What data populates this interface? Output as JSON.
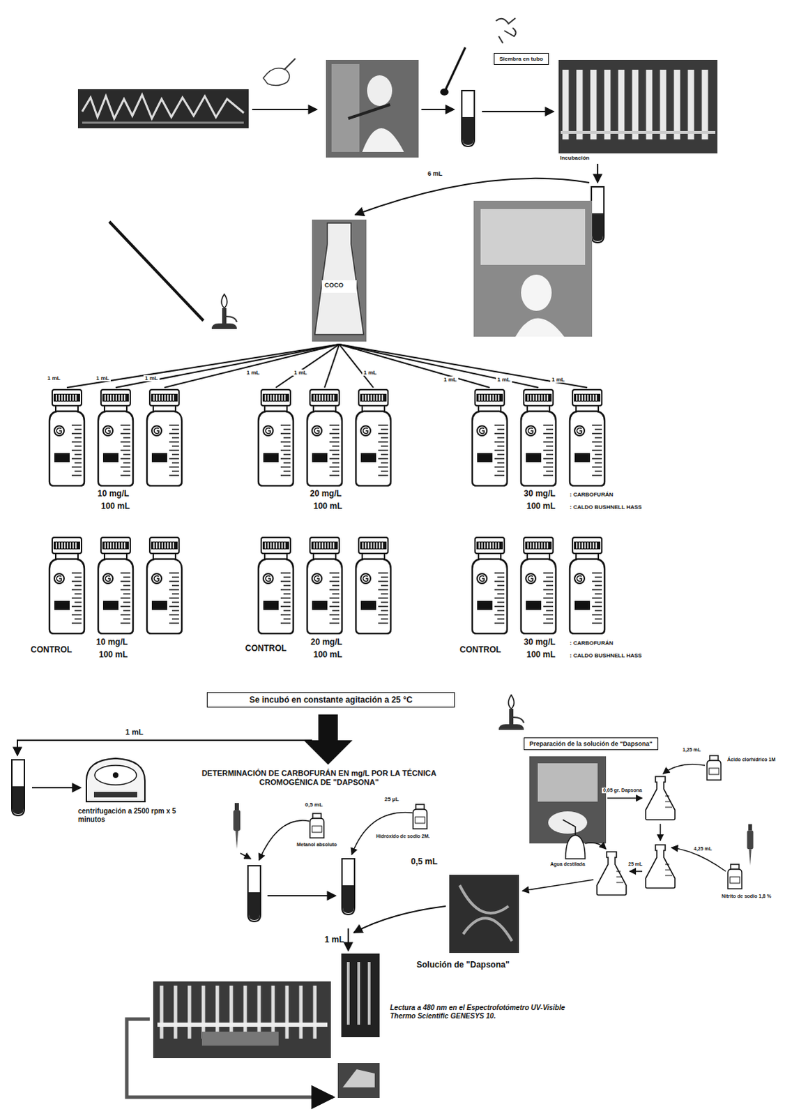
{
  "diagram": {
    "nodes": [
      {
        "text": [
          "Siembra en tubo"
        ]
      },
      {
        "text": [
          "Se incubó en constante agitación a 25 °C"
        ]
      },
      {
        "text": [
          "Preparación de la solución de \"Dapsona\""
        ]
      }
    ],
    "labels": [
      "Incubación",
      "6 mL",
      "COCO",
      "1 mL",
      "1 mL",
      "1 mL",
      "1 mL",
      "1 mL",
      "1 mL",
      "1 mL",
      "1 mL",
      "1 mL",
      "10 mg/L",
      "100 mL",
      "20 mg/L",
      "100 mL",
      "30 mg/L",
      ": CARBOFURÁN",
      "100 mL",
      ": CALDO BUSHNELL HASS",
      "CONTROL",
      "10 mg/L",
      "100 mL",
      "CONTROL",
      "20 mg/L",
      "100 mL",
      "CONTROL",
      "30 mg/L",
      ": CARBOFURÁN",
      "100 mL",
      ": CALDO BUSHNELL HASS",
      "1 mL",
      "DETERMINACIÓN DE CARBOFURÁN EN mg/L POR LA TÉCNICA CROMOGÉNICA DE \"DAPSONA\"",
      "centrifugación a 2500 rpm x 5 minutos",
      "0,5 mL",
      "Metanol absoluto",
      "25 µL",
      "Hidróxido de sodio 2M.",
      "0,5 mL",
      "1 mL",
      "Solución de \"Dapsona\"",
      "Lectura a 480 nm en el Espectrofotómetro UV-Visible Thermo Scientific GENESYS 10.",
      "1,25 mL",
      "Ácido clorhídrico 1M",
      "0,05 gr. Dapsona",
      "4,25 mL",
      "Nitrito de sodio 1,8 %",
      "Agua destilada",
      "25 mL"
    ]
  }
}
